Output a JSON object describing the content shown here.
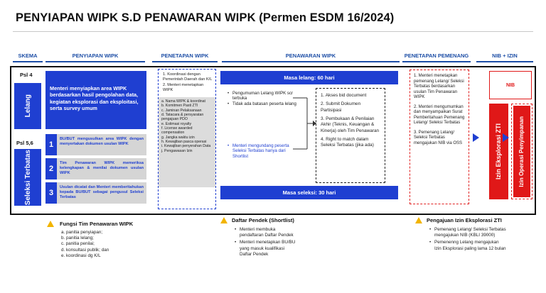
{
  "title": "PENYIAPAN WIPK S.D PENAWARAN WIPK (Permen ESDM 16/2024)",
  "columns": {
    "skema": "SKEMA",
    "penyiapan": "PENYIAPAN WIPK",
    "penetapan": "PENETAPAN WIPK",
    "penawaran": "PENAWARAN WIPK",
    "pemenang": "PENETAPAN PEMENANG",
    "nib": "NIB + IZIN"
  },
  "skema": {
    "psl4": "Psl 4",
    "lelang": "Lelang",
    "psl56": "Psl 5,6",
    "seleksi": "Seleksi Terbatas"
  },
  "penyiapan": {
    "lelang_text": "Menteri menyiapkan area WIPK berdasarkan hasil pengolahan data, kegiatan eksplorasi dan eksploitasi, serta survey umum",
    "steps": [
      {
        "num": "1",
        "text": "BU/BUT mengusulkan area WIPK dengan menyertakan dokumen usulan WIPK"
      },
      {
        "num": "2",
        "text": "Tim Penawaran WIPK memeriksa kelengkapan & menilai dokumen usulan WIPK"
      },
      {
        "num": "3",
        "text": "Usulan dicatat dan Menteri memberitahukan kepada BU/BUT sebagai pengusul Seleksi Terbatas"
      }
    ]
  },
  "penetapan": {
    "top": [
      "1. Koordinasi dengan Pemerintah Daerah dan K/L",
      "2. Menteri menetapkan WIPK"
    ],
    "items": [
      "a. Nama WIPK & koordinat",
      "b. Komitmen Pasti ZTI",
      "c. Jaminan Pelaksanaan",
      "d. Tatacara & persyaratan pengajuan PDO",
      "e. Estimasi royalty",
      "f. License awarded compensation",
      "g. Jangka waktu izin",
      "h. Kewajiban pasca operasi",
      "i. Kewajiban penyerahan Data",
      "j. Pengawasan Izin"
    ]
  },
  "penawaran": {
    "lelang_bar": "Masa lelang: 60 hari",
    "seleksi_bar": "Masa seleksi: 30 hari",
    "lelang_bullets": [
      "Pengumuman Lelang WIPK scr terbuka",
      "Tidak ada batasan peserta lelang"
    ],
    "seleksi_bullet": "Menteri mengundang peserta Seleksi Terbatas hanya dari Shortlist",
    "steps": [
      "1. Akses bid document",
      "2. Submit Dokumen Partisipasi",
      "3. Pembukaan & Penilaian Akhir (Teknis, Keuangan & Kinerja) oleh Tim Penawaran",
      "4. Right to match dalam Seleksi Terbatas (jika ada)"
    ]
  },
  "pemenang": {
    "steps": [
      "1. Menteri menetapkan pemenang Lelang/ Seleksi Terbatas berdasarkan usulan Tim Penawaran WIPK",
      "2. Menteri mengumumkan dan menyampaikan Surat Pemberitahuan Pemenang Lelang/ Seleksi Terbatas",
      "3. Pemenang Lelang/ Seleksi Terbatas mengajukan NIB via OSS"
    ]
  },
  "nib": {
    "nib_label": "NIB",
    "izin_zti": "Izin Eksplorasi ZTI",
    "izin_operasi": "Izin Operasi Penyimpanan"
  },
  "bottom": {
    "fungsi": {
      "title": "Fungsi Tim Penawaran WIPK",
      "items": [
        "a. panitia penyiapan;",
        "b. panitia lelang;",
        "c. panitia penilai;",
        "d. konsultasi publik; dan",
        "e. koordinasi dg K/L"
      ]
    },
    "daftar": {
      "title": "Daftar Pendek (Shortlist)",
      "items": [
        "Menteri membuka pendaftaran Daftar Pendek",
        "Menteri menetapkan BU/BU yang masuk kualifikasi Daftar Pendek"
      ]
    },
    "pengajuan": {
      "title": "Pengajuan Izin Eksplorasi ZTI",
      "items": [
        "Pemenang Lelang/ Seleksi Terbatas mengajukan NIB (KBLI 39000)",
        "Pemenenng Lelang mengajukan Izin Eksplorasi paling lama 12 bulan"
      ]
    }
  },
  "colors": {
    "blue": "#1f3fd1",
    "red": "#e01818",
    "header_blue": "#1d4ea6",
    "warn": "#f2b400"
  }
}
